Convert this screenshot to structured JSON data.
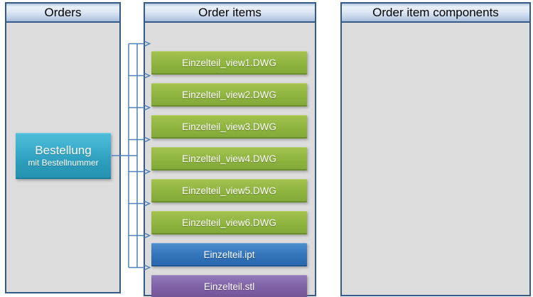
{
  "diagram": {
    "columns": [
      {
        "id": "orders",
        "title": "Orders"
      },
      {
        "id": "order-items",
        "title": "Order items",
        "items": [
          {
            "label": "Einzelteil_view1.DWG",
            "type": "dwg"
          },
          {
            "label": "Einzelteil_view2.DWG",
            "type": "dwg"
          },
          {
            "label": "Einzelteil_view3.DWG",
            "type": "dwg"
          },
          {
            "label": "Einzelteil_view4.DWG",
            "type": "dwg"
          },
          {
            "label": "Einzelteil_view5.DWG",
            "type": "dwg"
          },
          {
            "label": "Einzelteil_view6.DWG",
            "type": "dwg"
          },
          {
            "label": "Einzelteil.ipt",
            "type": "ipt"
          },
          {
            "label": "Einzelteil.stl",
            "type": "stl"
          }
        ]
      },
      {
        "id": "order-item-components",
        "title": "Order item components"
      }
    ],
    "order_node": {
      "title": "Bestellung",
      "subtitle": "mit Bestellnummer"
    }
  },
  "colors": {
    "dwg_green": "#8fb83f",
    "ipt_blue": "#2f6db5",
    "stl_purple": "#7c5ca3",
    "order_teal": "#2f9fc0",
    "connector": "#4f81bd",
    "column_border": "#365a86",
    "column_body": "#dcdcdc"
  }
}
